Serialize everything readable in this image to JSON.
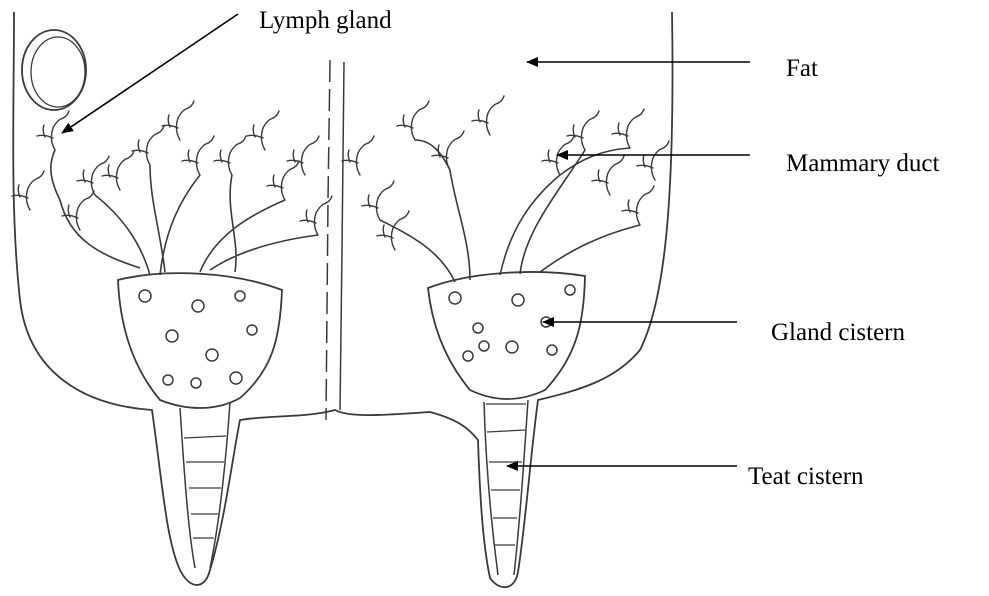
{
  "labels": {
    "lymph_gland": "Lymph gland",
    "fat": "Fat",
    "mammary_duct": "Mammary duct",
    "gland_cistern": "Gland cistern",
    "teat_cistern": "Teat cistern"
  },
  "colors": {
    "ink": "#000000",
    "pencil": "#3a3a3a",
    "background": "#ffffff"
  }
}
